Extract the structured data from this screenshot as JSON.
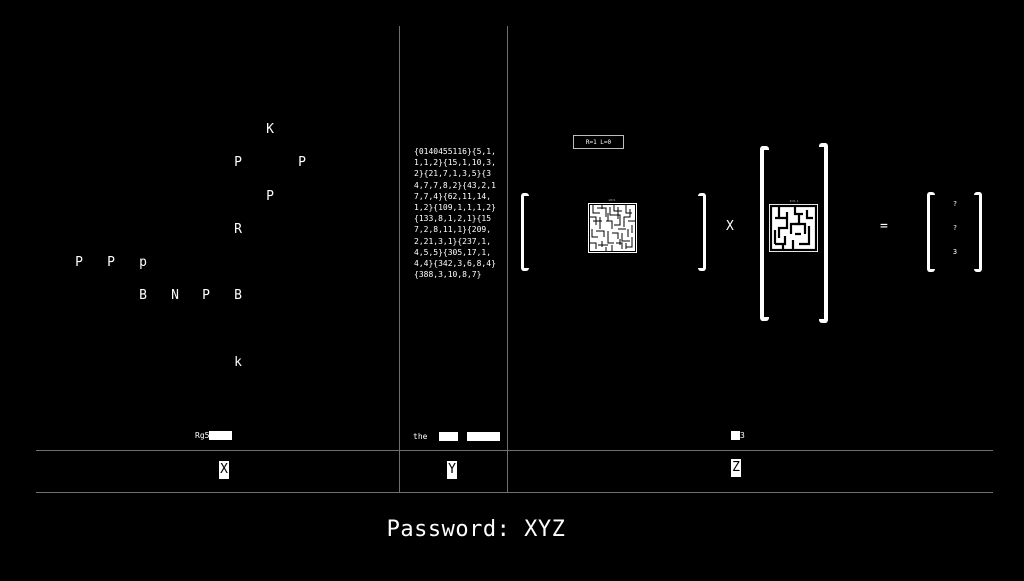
{
  "panels": {
    "x": {
      "pieces": [
        "K",
        "P",
        "P",
        "P",
        "R",
        "P",
        "P",
        "p",
        "B",
        "N",
        "P",
        "B",
        "k"
      ],
      "hint": {
        "prefix": "Rg5",
        "blank_count": "____"
      },
      "answer": "X"
    },
    "y": {
      "code": "{0140455116}{5,1,1,1,2}{15,1,10,3,2}{21,7,1,3,5}{34,7,7,8,2}{43,2,17,7,4}{62,11,14,1,2}{109,1,1,1,2}{133,8,1,2,1}{157,2,8,11,1}{209,2,21,3,1}{237,1,4,5,5}{305,17,1,4,4}{342,3,6,8,4}{388,3,10,8,7}",
      "hint": {
        "prefix": "the"
      },
      "answer": "Y"
    },
    "z": {
      "score": "R=1  L=0",
      "small_label_1": "x8=1",
      "small_label_2": "3=0.1",
      "operator_times": "X",
      "operator_equals": "=",
      "result": [
        "?",
        "?",
        "3"
      ],
      "hint": {
        "suffix": "3"
      },
      "answer": "Z"
    }
  },
  "password": "Password: XYZ"
}
